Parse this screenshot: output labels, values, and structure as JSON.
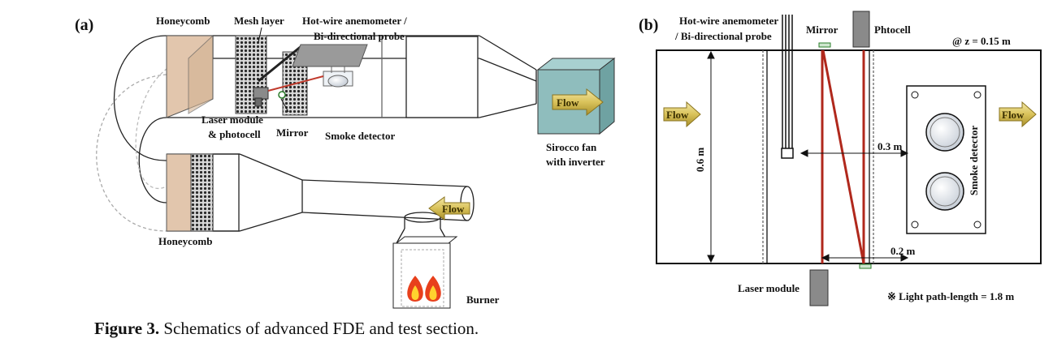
{
  "panel_a": {
    "tag": "(a)",
    "labels": {
      "honeycomb_top": "Honeycomb",
      "mesh_layer": "Mesh layer",
      "hotwire_1": "Hot-wire anemometer /",
      "hotwire_2": "Bi-directional probe",
      "laser_1": "Laser module",
      "laser_2": "& photocell",
      "mirror": "Mirror",
      "smoke_detector": "Smoke detector",
      "honeycomb_bottom": "Honeycomb",
      "fan_1": "Sirocco fan",
      "fan_2": "with inverter",
      "burner": "Burner",
      "flow_fan": "Flow",
      "flow_inlet": "Flow"
    }
  },
  "panel_b": {
    "tag": "(b)",
    "labels": {
      "hotwire_1": "Hot-wire anemometer",
      "hotwire_2": "/ Bi-directional probe",
      "mirror": "Mirror",
      "photocell": "Phtocell",
      "z_position": "@ z = 0.15 m",
      "flow_left": "Flow",
      "flow_right": "Flow",
      "height_dim": "0.6 m",
      "width_dim": "0.3 m",
      "gap_dim": "0.2 m",
      "smoke_detector": "Smoke detector",
      "laser_module": "Laser module",
      "light_path": "※ Light path-length = 1.8 m"
    }
  },
  "caption": {
    "label": "Figure 3.",
    "text": "Schematics of advanced FDE and test section."
  },
  "colors": {
    "honeycomb": "#e2c6ad",
    "mesh": "#3a3a3a",
    "fan": "#8fbdbd",
    "beam": "#c0392b",
    "flow_arrow": "#d9c25a",
    "flame_outer": "#e8401c",
    "flame_inner": "#ffd22e"
  }
}
